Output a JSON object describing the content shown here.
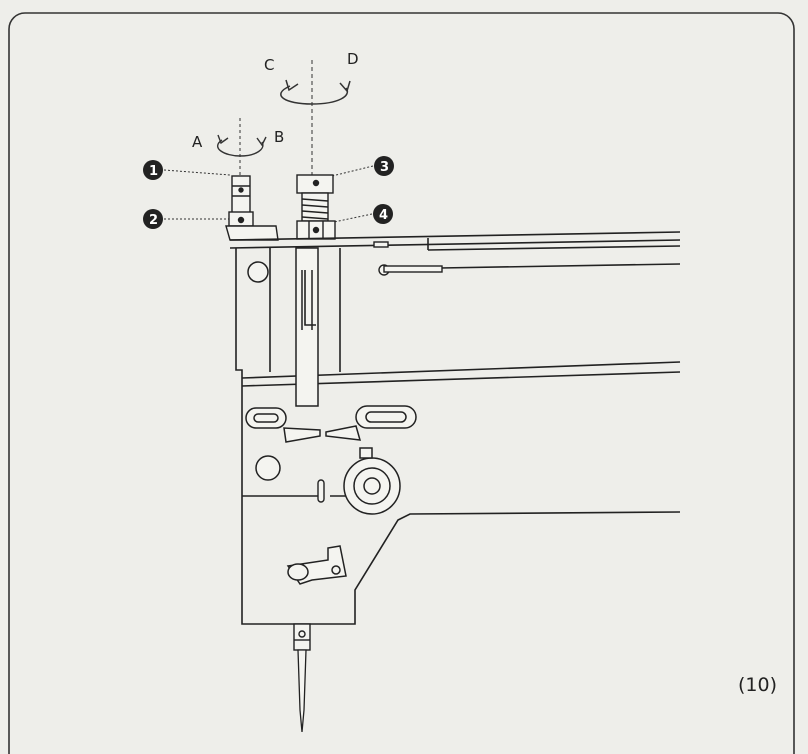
{
  "rotation_labels": {
    "a": "A",
    "b": "B",
    "c": "C",
    "d": "D"
  },
  "callouts": [
    "1",
    "2",
    "3",
    "4"
  ],
  "figure_label": "(10)",
  "colors": {
    "paper": "#eeeeea",
    "ink": "#222222",
    "frame": "#333333"
  }
}
